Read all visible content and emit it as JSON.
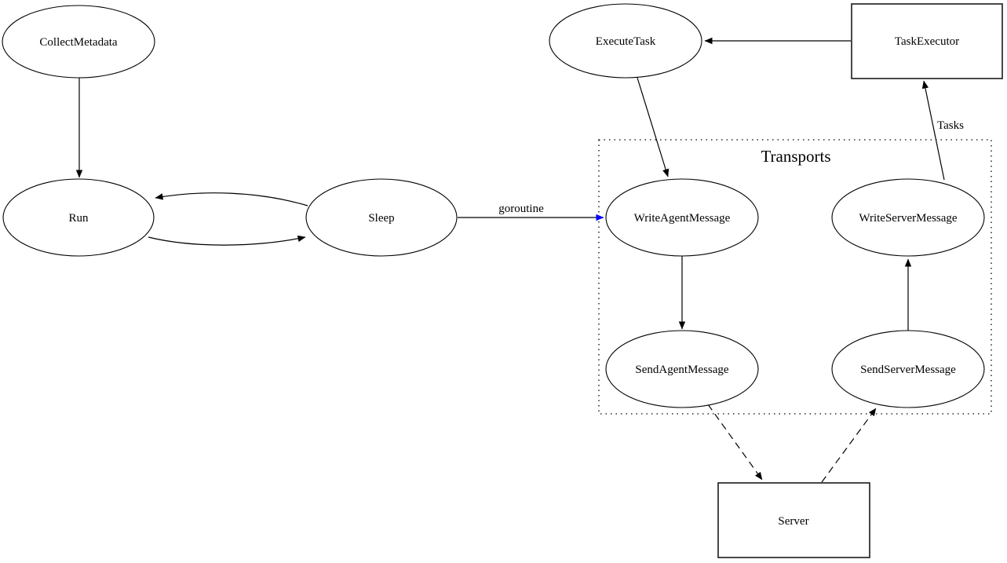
{
  "diagram": {
    "background": "#ffffff",
    "cluster": {
      "label": "Transports"
    },
    "nodes": {
      "collect_metadata": {
        "label": "CollectMetadata",
        "shape": "ellipse"
      },
      "run": {
        "label": "Run",
        "shape": "ellipse"
      },
      "sleep": {
        "label": "Sleep",
        "shape": "ellipse"
      },
      "execute_task": {
        "label": "ExecuteTask",
        "shape": "ellipse"
      },
      "task_executor": {
        "label": "TaskExecutor",
        "shape": "box"
      },
      "write_agent_message": {
        "label": "WriteAgentMessage",
        "shape": "ellipse"
      },
      "write_server_message": {
        "label": "WriteServerMessage",
        "shape": "ellipse"
      },
      "send_agent_message": {
        "label": "SendAgentMessage",
        "shape": "ellipse"
      },
      "send_server_message": {
        "label": "SendServerMessage",
        "shape": "ellipse"
      },
      "server": {
        "label": "Server",
        "shape": "box"
      }
    },
    "edges": [
      {
        "from": "CollectMetadata",
        "to": "Run",
        "style": "solid",
        "label": ""
      },
      {
        "from": "Sleep",
        "to": "Run",
        "style": "solid",
        "label": ""
      },
      {
        "from": "Run",
        "to": "Sleep",
        "style": "solid",
        "label": ""
      },
      {
        "from": "Sleep",
        "to": "WriteAgentMessage",
        "style": "solid",
        "color": "#0000ff",
        "label": "goroutine"
      },
      {
        "from": "ExecuteTask",
        "to": "WriteAgentMessage",
        "style": "solid",
        "label": ""
      },
      {
        "from": "WriteAgentMessage",
        "to": "SendAgentMessage",
        "style": "solid",
        "label": ""
      },
      {
        "from": "SendAgentMessage",
        "to": "Server",
        "style": "dashed",
        "label": ""
      },
      {
        "from": "Server",
        "to": "SendServerMessage",
        "style": "dashed",
        "label": ""
      },
      {
        "from": "SendServerMessage",
        "to": "WriteServerMessage",
        "style": "solid",
        "label": ""
      },
      {
        "from": "WriteServerMessage",
        "to": "TaskExecutor",
        "style": "solid",
        "label": "Tasks"
      },
      {
        "from": "TaskExecutor",
        "to": "ExecuteTask",
        "style": "solid",
        "label": ""
      }
    ],
    "colors": {
      "line": "#000000",
      "goroutine_edge": "#0000ff"
    }
  }
}
